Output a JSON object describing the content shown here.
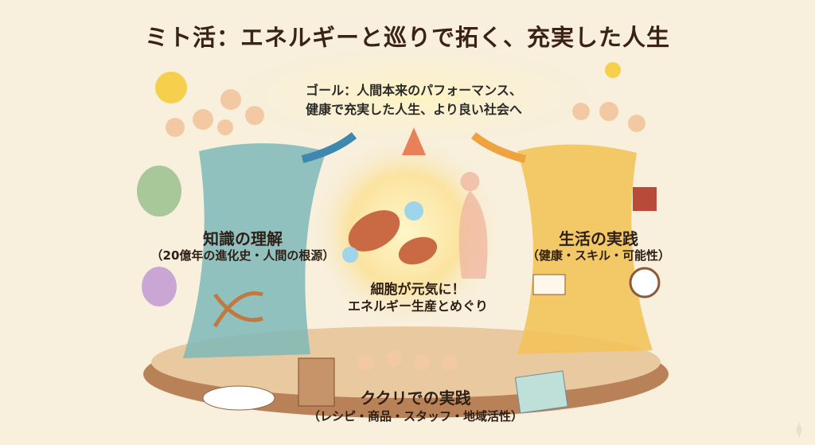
{
  "title": "ミト活：エネルギーと巡りで拓く、充実した人生",
  "goal": {
    "line1": "ゴール：人間本来のパフォーマンス、",
    "line2": "健康で充実した人生、より良い社会へ"
  },
  "left_pillar": {
    "label": "知識の理解",
    "sub": "（20億年の進化史・人間の根源）",
    "color": "#7fb9b8"
  },
  "right_pillar": {
    "label": "生活の実践",
    "sub": "（健康・スキル・可能性）",
    "color": "#f2c35a"
  },
  "center": {
    "line1": "細胞が元気に！",
    "line2": "エネルギー生産とめぐり"
  },
  "base": {
    "label": "ククリでの実践",
    "sub": "（レシピ・商品・スタッフ・地域活性）",
    "color": "#c58a5a"
  }
}
